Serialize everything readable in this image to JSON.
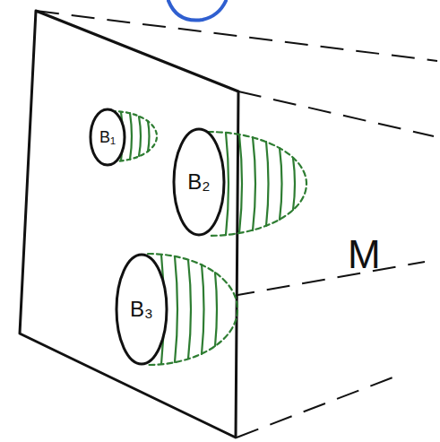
{
  "diagram": {
    "nodes": [
      {
        "text": [
          "B₁"
        ]
      },
      {
        "text": [
          "B₂"
        ]
      },
      {
        "text": [
          "B₃"
        ]
      }
    ],
    "labels": [
      "M"
    ]
  }
}
